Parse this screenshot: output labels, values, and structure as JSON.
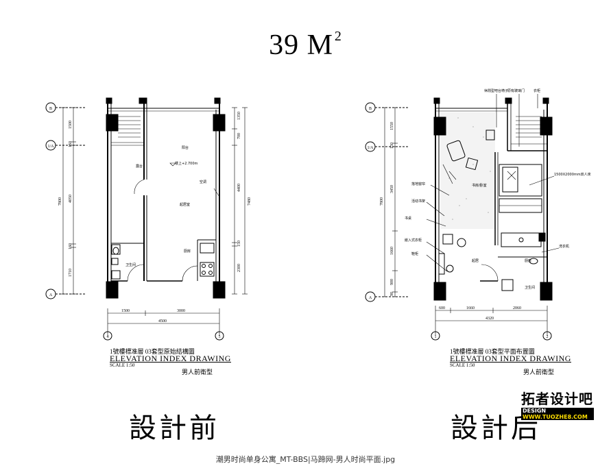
{
  "title": "39 M",
  "title_superscript": "2",
  "before_plan": {
    "grid_labels": [
      "B",
      "1/A",
      "A"
    ],
    "axis_labels": [
      "4",
      "5"
    ],
    "vertical_dims_left": [
      "1500",
      "150",
      "4050",
      "160",
      "1710"
    ],
    "vertical_dims_left_total": "7800",
    "vertical_dims_right": [
      "1350",
      "700",
      "4400",
      "150",
      "2300"
    ],
    "vertical_dims_right_total": "7480",
    "horizontal_dims": [
      "1500",
      "3000"
    ],
    "horizontal_total": "4500",
    "room_labels": [
      "阳台",
      "露台",
      "起居室",
      "厨房",
      "卫生间",
      "空调"
    ],
    "note": "楼上+2.700m",
    "caption_line1": "1號樓標准層  03套型原始結構圖",
    "caption_line2": "ELEVATION  INDEX DRAWING",
    "caption_line3": "SCALE 1:50",
    "caption_line4": "男人前衛型"
  },
  "after_plan": {
    "grid_labels": [
      "B",
      "1/A",
      "A"
    ],
    "axis_labels": [
      "1",
      "2"
    ],
    "vertical_dims": [
      "1550",
      "150",
      "3450",
      "1660",
      "900",
      "90"
    ],
    "vertical_total": "7800",
    "horizontal_dims": [
      "600",
      "1660",
      "2060"
    ],
    "horizontal_total": "4320",
    "top_callouts": [
      "休閒型吧台椅子",
      "原有玻璃门",
      "衣柜"
    ],
    "left_callouts": [
      "落地窗帘",
      "活动书架",
      "书桌",
      "嵌入式衣柜",
      "鞋柜"
    ],
    "right_callouts": [
      "1500X2000mm双人床",
      "洗衣机"
    ],
    "room_labels": [
      "书房/卧室",
      "厨房",
      "卫生间",
      "起居"
    ],
    "caption_line1": "1號樓標准層  03套型平面布置圖",
    "caption_line2": "ELEVATION  INDEX DRAWING",
    "caption_line3": "SCALE 1:50",
    "caption_line4": "男人前衛型"
  },
  "label_before": "設計前",
  "label_after": "設計后",
  "logo": {
    "text": "拓者设计吧",
    "sub_left": "DESIGN",
    "sub_right": "WWW.TUOZHE8.COM"
  },
  "filename": "潮男时尚单身公寓_MT-BBS|马蹄网-男人时尚平面.jpg"
}
